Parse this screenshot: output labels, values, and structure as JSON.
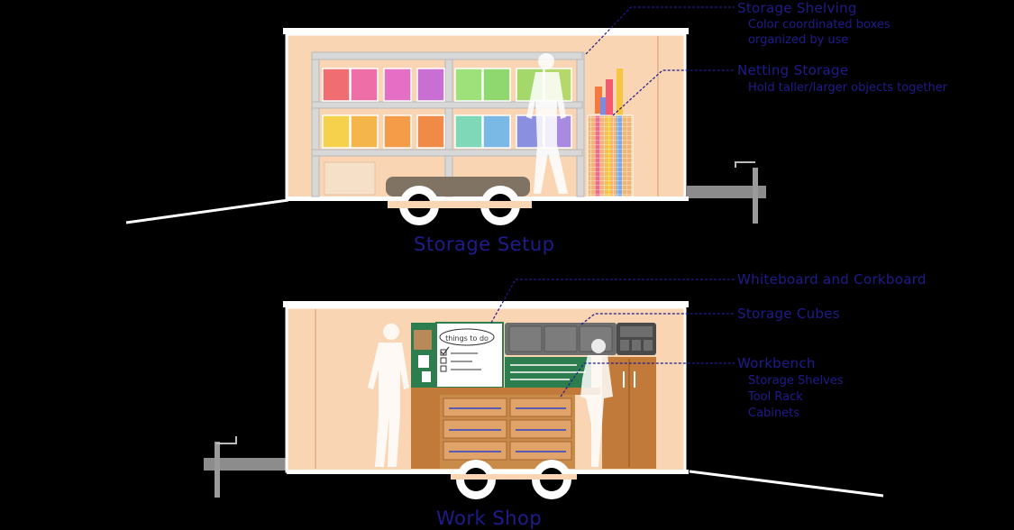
{
  "top": {
    "caption": "Storage Setup",
    "callouts": {
      "shelving": {
        "title": "Storage Shelving",
        "lines": [
          "Color coordinated boxes",
          "organized by use"
        ]
      },
      "netting": {
        "title": "Netting Storage",
        "lines": [
          "Hold taller/larger objects together"
        ]
      }
    }
  },
  "bottom": {
    "caption": "Work Shop",
    "whiteboard_text": "things to do",
    "callouts": {
      "whiteboard": {
        "title": "Whiteboard and Corkboard"
      },
      "cubes": {
        "title": "Storage Cubes"
      },
      "workbench": {
        "title": "Workbench",
        "lines": [
          "Storage Shelves",
          "Tool Rack",
          "Cabinets"
        ]
      }
    }
  },
  "colors": {
    "trailer_interior": "#f9d5b4",
    "label": "#1e1c8c",
    "box_row1": [
      "#f06e72",
      "#ee6ea8",
      "#e46fc4",
      "#c96fd4",
      "#9ee07a",
      "#8ed86f",
      "#a4d86a",
      "#b5d86a"
    ],
    "box_row2": [
      "#f6d24c",
      "#f4b54a",
      "#f49c48",
      "#f08a47",
      "#7fd8b8",
      "#7ab9e6",
      "#8a8fe0",
      "#a88ae0"
    ]
  }
}
